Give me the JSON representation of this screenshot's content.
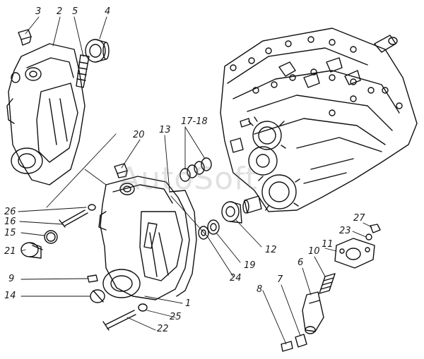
{
  "watermark": "AutoSoft",
  "callouts": {
    "n3": "3",
    "n2": "2",
    "n5": "5",
    "n4": "4",
    "n20": "20",
    "n13": "13",
    "n17_18": "17-18",
    "n26": "26",
    "n16": "16",
    "n15": "15",
    "n21": "21",
    "n9": "9",
    "n14": "14",
    "n12": "12",
    "n19": "19",
    "n24": "24",
    "n1": "1",
    "n25": "25",
    "n22": "22",
    "n8": "8",
    "n7": "7",
    "n6": "6",
    "n10": "10",
    "n11": "11",
    "n23": "23",
    "n27": "27"
  }
}
